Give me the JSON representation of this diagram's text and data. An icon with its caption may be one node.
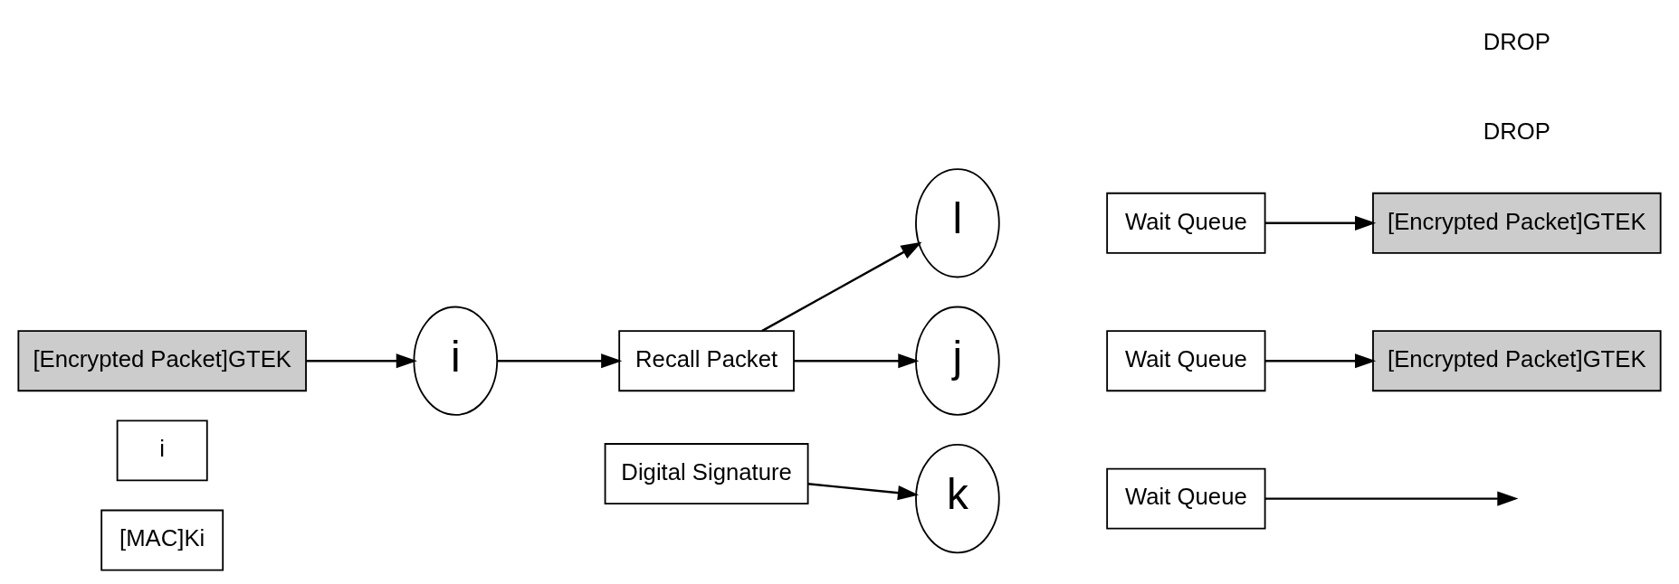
{
  "diagram": {
    "nodes": [
      {
        "text": [
          "i"
        ]
      },
      {
        "text": [
          "Recall Packet"
        ]
      },
      {
        "text": [
          "Digital Signature"
        ]
      },
      {
        "text": [
          "[Encrypted Packet]GTEK"
        ]
      },
      {
        "text": [
          "i"
        ]
      },
      {
        "text": [
          "[MAC]Ki"
        ]
      },
      {
        "text": [
          "j"
        ]
      },
      {
        "text": [
          "Wait Queue"
        ]
      },
      {
        "text": [
          "[Encrypted Packet]GTEK"
        ]
      },
      {
        "text": [
          "k"
        ]
      },
      {
        "text": [
          "Wait Queue"
        ]
      },
      {
        "text": [
          "l"
        ]
      },
      {
        "text": [
          "Wait Queue"
        ]
      },
      {
        "text": [
          "[Encrypted Packet]GTEK"
        ]
      }
    ],
    "edges": [
      {
        "from": 3,
        "to": 0,
        "arrow": "to"
      },
      {
        "from": 0,
        "to": 1,
        "arrow": "to"
      },
      {
        "from": 1,
        "to": 6,
        "arrow": "to"
      },
      {
        "from": 2,
        "to": 9,
        "arrow": "to"
      },
      {
        "from": 1,
        "to": 11,
        "arrow": "to"
      },
      {
        "from": 7,
        "to": 8,
        "arrow": "to"
      },
      {
        "from": 10,
        "to": null,
        "arrow": "to"
      },
      {
        "from": 12,
        "to": 13,
        "arrow": "to"
      }
    ],
    "labels": [
      "DROP",
      "DROP"
    ]
  }
}
